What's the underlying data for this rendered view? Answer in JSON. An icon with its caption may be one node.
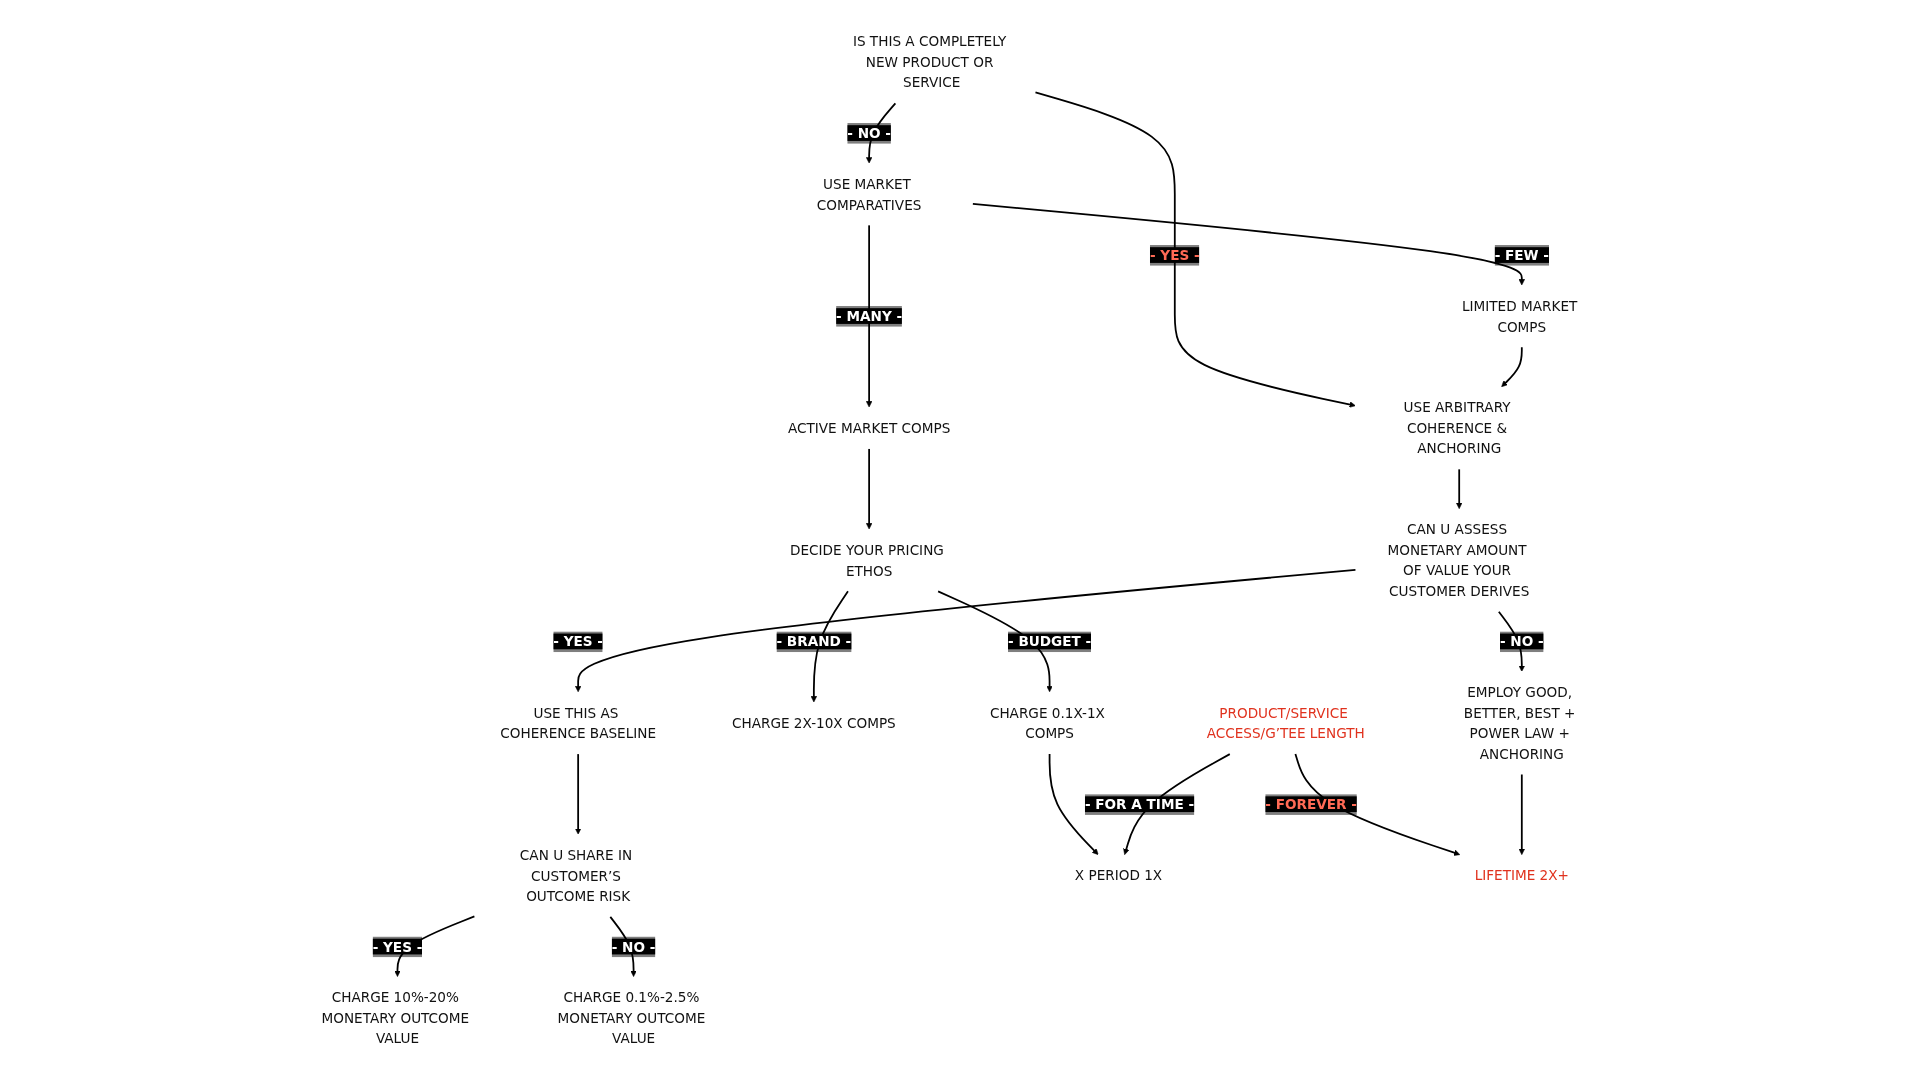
{
  "diagram": {
    "nodes": [
      {
        "text": [
          "IS THIS A COMPLETELY NEW PRODUCT OR SERVICE"
        ]
      },
      {
        "text": [
          "USE ARBITRARY COHERENCE & ANCHORING"
        ]
      },
      {
        "text": [
          "USE MARKET COMPARATIVES"
        ]
      },
      {
        "text": [
          "ACTIVE MARKET COMPS"
        ]
      },
      {
        "text": [
          "LIMITED MARKET COMPS"
        ]
      },
      {
        "text": [
          "DECIDE YOUR PRICING ETHOS"
        ]
      },
      {
        "text": [
          "CHARGE 0.1X-1X COMPS"
        ]
      },
      {
        "text": [
          "CHARGE 2X-10X COMPS"
        ]
      },
      {
        "text": [
          "CAN U ASSESS MONETARY AMOUNT OF VALUE YOUR CUSTOMER DERIVES"
        ]
      },
      {
        "text": [
          "USE THIS AS COHERENCE BASELINE"
        ]
      },
      {
        "text": [
          "EMPLOY GOOD, BETTER, BEST + POWER LAW + ANCHORING"
        ]
      },
      {
        "text": [
          "CAN U SHARE IN CUSTOMER’S OUTCOME RISK"
        ]
      },
      {
        "text": [
          "CHARGE 10%-20% MONETARY OUTCOME VALUE"
        ]
      },
      {
        "text": [
          "CHARGE 0.1%-2.5% MONETARY OUTCOME VALUE"
        ]
      },
      {
        "text": [
          "PRODUCT/SERVICE ACCESS/G’TEE LENGTH"
        ]
      },
      {
        "text": [
          "X PERIOD 1X"
        ]
      },
      {
        "text": [
          "LIFETIME 2X+"
        ]
      }
    ],
    "edges": [
      {
        "from": 0,
        "to": 1,
        "arrow": "to",
        "label": "- YES -"
      },
      {
        "from": 0,
        "to": 2,
        "arrow": "to",
        "label": "- NO -"
      },
      {
        "from": 2,
        "to": 3,
        "arrow": "to",
        "label": "- MANY -"
      },
      {
        "from": 2,
        "to": 4,
        "arrow": "to",
        "label": "- FEW -"
      },
      {
        "from": 4,
        "to": 1,
        "arrow": "to"
      },
      {
        "from": 1,
        "to": 8,
        "arrow": "to"
      },
      {
        "from": 3,
        "to": 5,
        "arrow": "to"
      },
      {
        "from": 8,
        "to": 9,
        "arrow": "to",
        "label": "- YES -"
      },
      {
        "from": 8,
        "to": 10,
        "arrow": "to",
        "label": "- NO -"
      },
      {
        "from": 9,
        "to": 11,
        "arrow": "to"
      },
      {
        "from": 5,
        "to": 6,
        "arrow": "to",
        "label": "- BUDGET -"
      },
      {
        "from": 5,
        "to": 7,
        "arrow": "to",
        "label": "- BRAND -"
      },
      {
        "from": 11,
        "to": 12,
        "arrow": "to",
        "label": "- YES -"
      },
      {
        "from": 11,
        "to": 13,
        "arrow": "to",
        "label": "- NO -"
      },
      {
        "from": 6,
        "to": 15,
        "arrow": "to"
      },
      {
        "from": 14,
        "to": 15,
        "arrow": "to",
        "label": "- FOR A TIME -"
      },
      {
        "from": 14,
        "to": 16,
        "arrow": "to",
        "label": "- FOREVER -"
      },
      {
        "from": 10,
        "to": 16,
        "arrow": "to"
      }
    ]
  }
}
